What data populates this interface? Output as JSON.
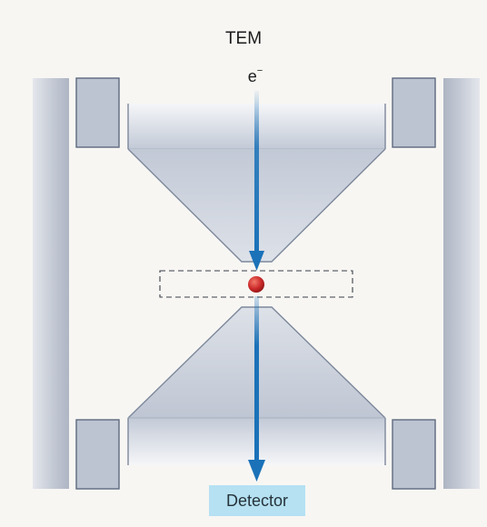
{
  "diagram": {
    "title": "TEM",
    "electron_label": "e",
    "electron_charge": "−",
    "detector_label": "Detector"
  },
  "colors": {
    "background": "#f7f6f3",
    "pole_piece": "#c7cedb",
    "coil_block": "#bcc4d2",
    "beam": "#1b72b8",
    "sample": "#cc2a2a",
    "detector": "#b5e1f2"
  }
}
